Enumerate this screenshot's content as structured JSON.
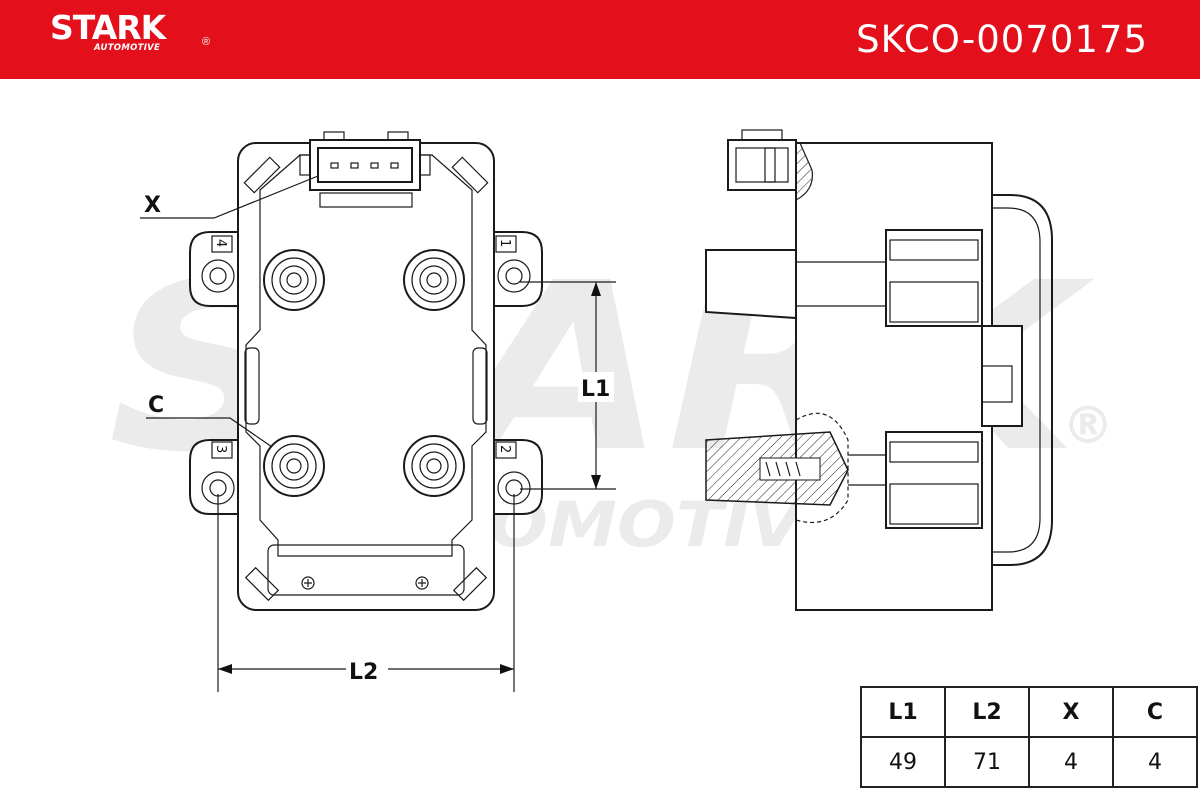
{
  "brand": {
    "name": "STARK",
    "registered": "®",
    "sub": "AUTOMOTIVE"
  },
  "part_number": "SKCO-0070175",
  "watermark": {
    "main": "STARK",
    "sub": "AUTOMOTIVE",
    "registered": "®"
  },
  "drawing": {
    "labels": {
      "x": "X",
      "c": "C",
      "l1": "L1",
      "l2": "L2"
    },
    "pins": [
      "1",
      "2",
      "3",
      "4"
    ]
  },
  "spec_table": {
    "headers": [
      "L1",
      "L2",
      "X",
      "C"
    ],
    "values": [
      "49",
      "71",
      "4",
      "4"
    ]
  },
  "colors": {
    "brand_red": "#e3101c",
    "watermark": "#ebebeb"
  }
}
